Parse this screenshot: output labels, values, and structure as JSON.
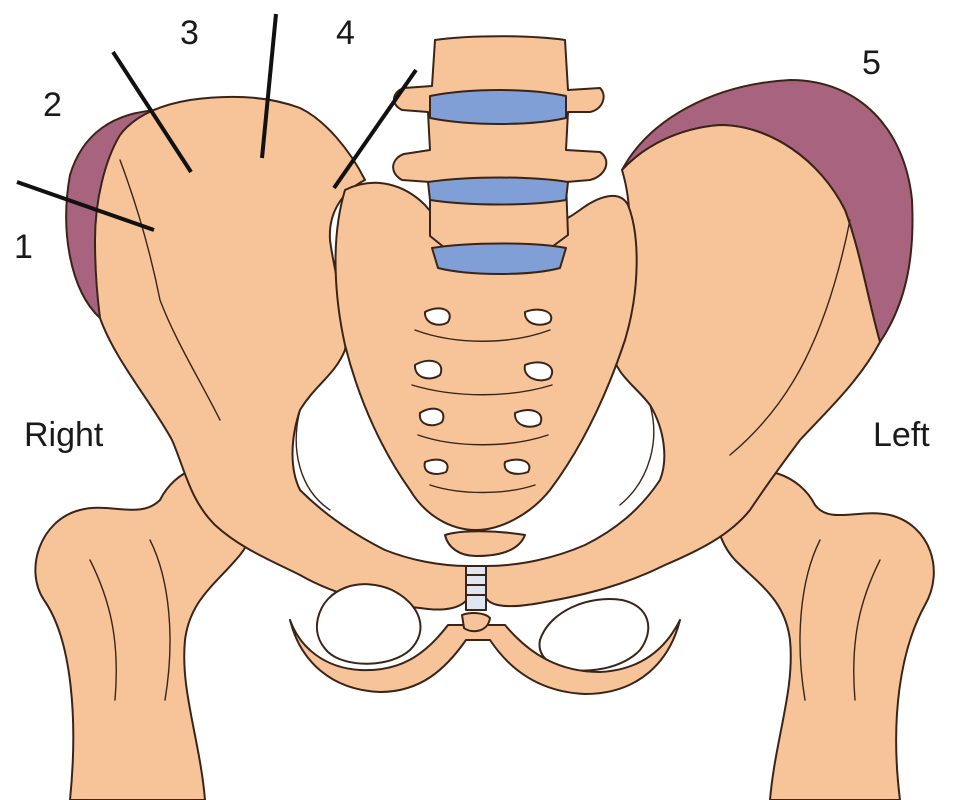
{
  "labels": {
    "n1": "1",
    "n2": "2",
    "n3": "3",
    "n4": "4",
    "n5": "5",
    "right": "Right",
    "left": "Left"
  },
  "colors": {
    "bone": "#f7c49a",
    "outline": "#3a2418",
    "crest": "#a8637f",
    "disc": "#7f9fd6",
    "background": "#ffffff",
    "leader": "#111111"
  }
}
